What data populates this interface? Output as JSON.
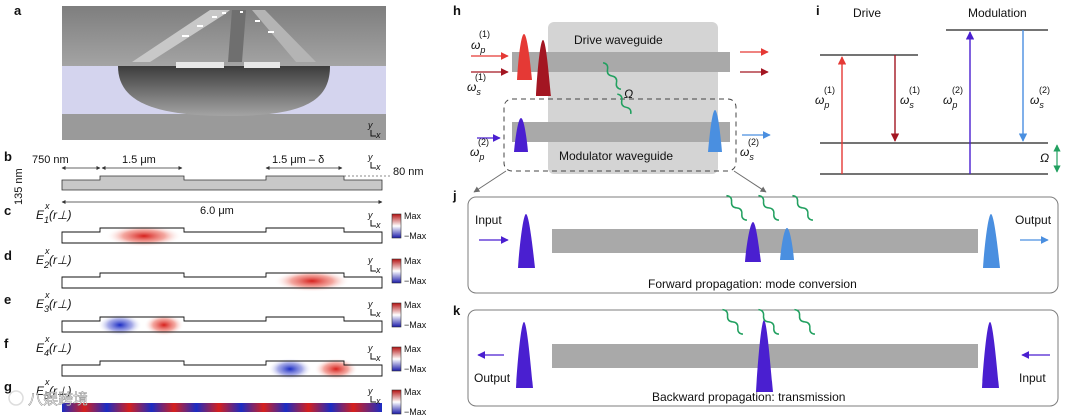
{
  "panel_labels": [
    "a",
    "b",
    "c",
    "d",
    "e",
    "f",
    "g",
    "h",
    "i",
    "j",
    "k"
  ],
  "colors": {
    "drive_red": "#e53935",
    "drive_darkred": "#a31622",
    "modulator_purple": "#4a1fd0",
    "modulator_blue": "#4a8fe0",
    "phonon_green": "#22a060",
    "waveguide_gray": "#a9a9a9",
    "box_gray": "#d4d4d4"
  },
  "icons": [
    "gaussian-pulse-icon",
    "phonon-wave-icon",
    "arrow-icon",
    "axes-icon",
    "colorbar-icon"
  ],
  "axes": {
    "y": "y",
    "x": "x"
  },
  "panel_b": {
    "dim_750": "750 nm",
    "dim_15": "1.5 μm",
    "dim_15d": "1.5 μm – δ",
    "dim_80": "80 nm",
    "dim_135": "135 nm",
    "dim_60": "6.0 μm"
  },
  "mode_panels": [
    {
      "label": "c",
      "sym": "E",
      "sub": "1",
      "sup": "x",
      "arg": "(r⊥)"
    },
    {
      "label": "d",
      "sym": "E",
      "sub": "2",
      "sup": "x",
      "arg": "(r⊥)"
    },
    {
      "label": "e",
      "sym": "E",
      "sub": "3",
      "sup": "x",
      "arg": "(r⊥)"
    },
    {
      "label": "f",
      "sym": "E",
      "sub": "4",
      "sup": "x",
      "arg": "(r⊥)"
    },
    {
      "label": "g",
      "sym": "E",
      "sub": "5",
      "sup": "x",
      "arg": "(r⊥)"
    }
  ],
  "colorbar": {
    "max": "Max",
    "min": "−Max"
  },
  "panel_h": {
    "drive_waveguide": "Drive waveguide",
    "modulator_waveguide": "Modulator waveguide",
    "omega_label": "Ω",
    "wp1": {
      "sym": "ω",
      "sub": "p",
      "sup": "(1)"
    },
    "ws1": {
      "sym": "ω",
      "sub": "s",
      "sup": "(1)"
    },
    "wp2": {
      "sym": "ω",
      "sub": "p",
      "sup": "(2)"
    },
    "ws2": {
      "sym": "ω",
      "sub": "s",
      "sup": "(2)"
    }
  },
  "panel_i": {
    "drive": "Drive",
    "modulation": "Modulation",
    "wp1": {
      "sym": "ω",
      "sub": "p",
      "sup": "(1)"
    },
    "ws1": {
      "sym": "ω",
      "sub": "s",
      "sup": "(1)"
    },
    "wp2": {
      "sym": "ω",
      "sub": "p",
      "sup": "(2)"
    },
    "ws2": {
      "sym": "ω",
      "sub": "s",
      "sup": "(2)"
    },
    "omega": "Ω"
  },
  "panel_j": {
    "input": "Input",
    "output": "Output",
    "caption": "Forward propagation: mode conversion"
  },
  "panel_k": {
    "input": "Input",
    "output": "Output",
    "caption": "Backward propagation: transmission"
  },
  "watermark": "八娱跨境"
}
